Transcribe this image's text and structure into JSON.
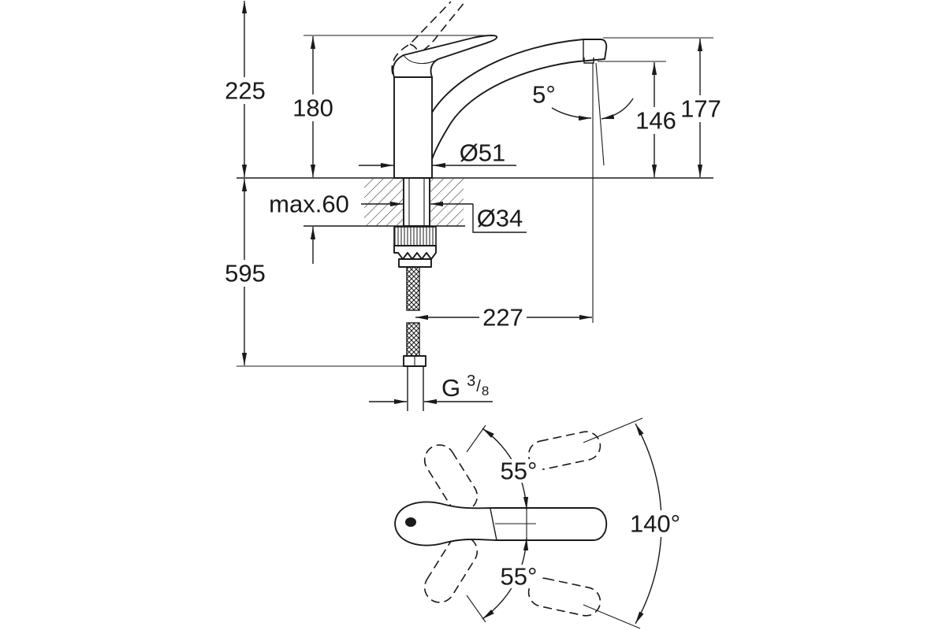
{
  "colors": {
    "ink": "#1a1a1a",
    "paper": "#ffffff"
  },
  "dimensions": {
    "total_height": "225",
    "body_height": "180",
    "spout_angle": "5°",
    "aerator_height": "146",
    "spout_height": "177",
    "body_diameter": "Ø51",
    "counter_max": "max.60",
    "shank_diameter": "Ø34",
    "hose_length": "595",
    "reach": "227",
    "connection": {
      "letter": "G",
      "num": "3",
      "sep": "/",
      "den": "8"
    }
  },
  "rotation": {
    "upper": "55°",
    "total": "140°",
    "lower": "55°"
  }
}
